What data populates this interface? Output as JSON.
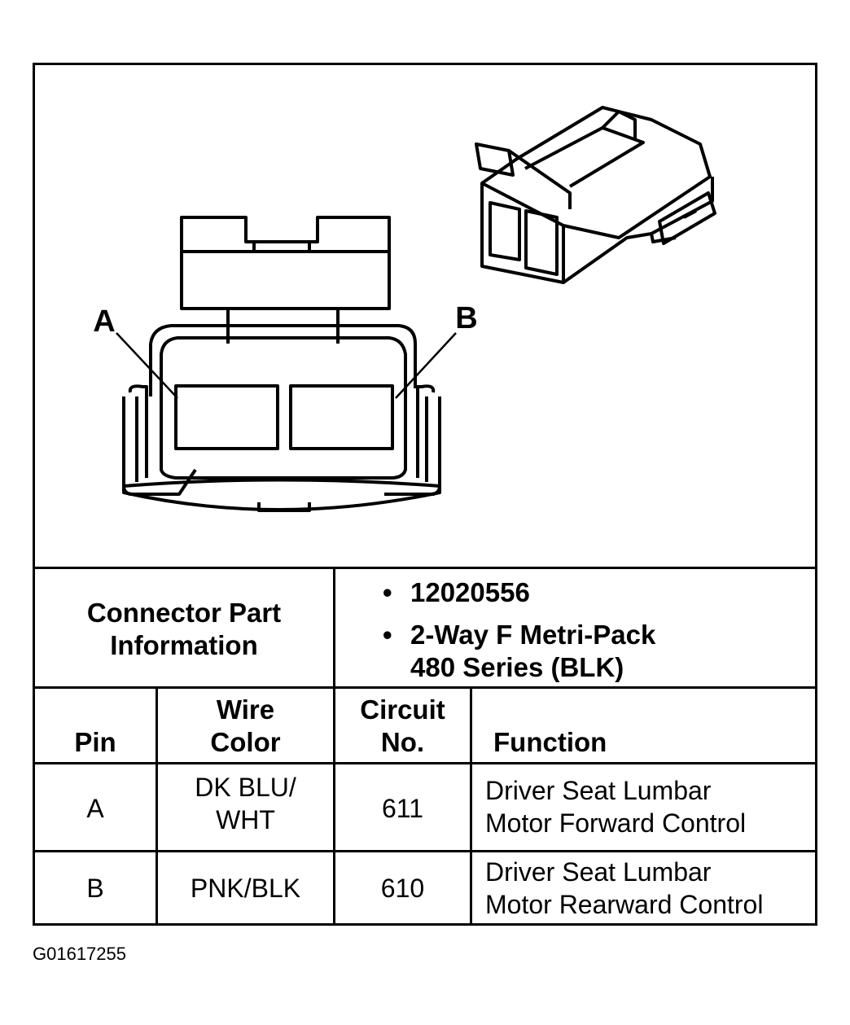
{
  "pin_labels": {
    "a": "A",
    "b": "B"
  },
  "part_info": {
    "label_line1": "Connector Part",
    "label_line2": "Information",
    "bullet_symbol": "•",
    "part_number": "12020556",
    "description_line1": "2-Way F Metri-Pack",
    "description_line2": "480 Series (BLK)"
  },
  "table": {
    "headers": {
      "pin": "Pin",
      "wire_color_1": "Wire",
      "wire_color_2": "Color",
      "circuit_1": "Circuit",
      "circuit_2": "No.",
      "function": "Function"
    },
    "rows": [
      {
        "pin": "A",
        "color_1": "DK BLU/",
        "color_2": "WHT",
        "circuit": "611",
        "function_1": "Driver Seat Lumbar",
        "function_2": "Motor Forward Control"
      },
      {
        "pin": "B",
        "color_1": "PNK/BLK",
        "color_2": "",
        "circuit": "610",
        "function_1": "Driver Seat Lumbar",
        "function_2": "Motor Rearward Control"
      }
    ]
  },
  "figure_code": "G01617255"
}
